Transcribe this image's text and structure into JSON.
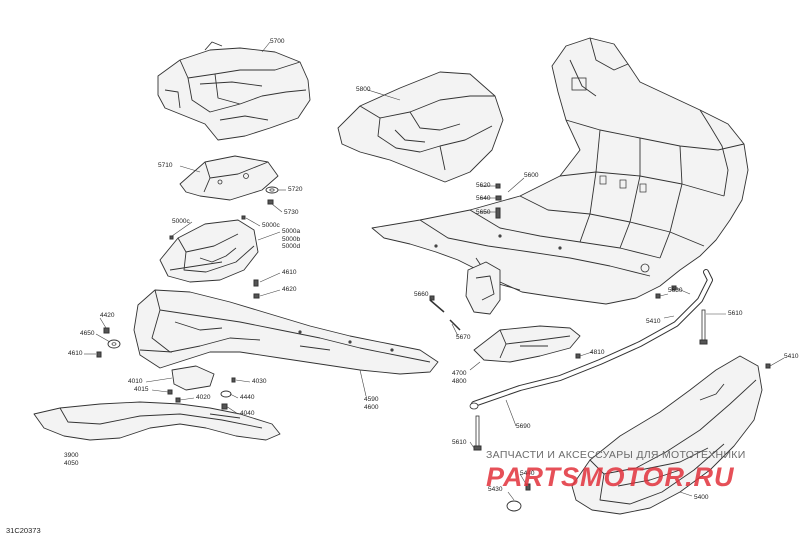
{
  "figure_id": "31C20373",
  "watermark": {
    "tagline": "ЗАПЧАСТИ И АКСЕССУАРЫ ДЛЯ МОТОТЕХНИКИ",
    "logo_part1": "PARTS",
    "logo_part2": "MOTOR",
    "logo_part3": ".RU"
  },
  "labels": {
    "l5700": "5700",
    "l5800": "5800",
    "l5710": "5710",
    "l5720": "5720",
    "l5730": "5730",
    "l5000c": "5000c",
    "l5000c2": "5000c",
    "l5000abd": "5000a\n5000b\n5000d",
    "l4610a": "4610",
    "l4620": "4620",
    "l4420": "4420",
    "l4650": "4650",
    "l4610b": "4610",
    "l4010": "4010",
    "l4030": "4030",
    "l4015": "4015",
    "l4020": "4020",
    "l4440": "4440",
    "l4040": "4040",
    "l4500": "4590\n4600",
    "l3900": "3900\n4050",
    "l5600": "5600",
    "l5620": "5620",
    "l5640": "5640",
    "l5650": "5650",
    "l5660": "5660",
    "l5670": "5670",
    "l4700": "4700\n4800",
    "l4810": "4810",
    "l5630": "5630",
    "l5410a": "5410",
    "l5610": "5610",
    "l5410b": "5410",
    "l5690": "5690",
    "l5610b": "5610",
    "l5430": "5430",
    "l5440": "5440",
    "l5400": "5400"
  }
}
